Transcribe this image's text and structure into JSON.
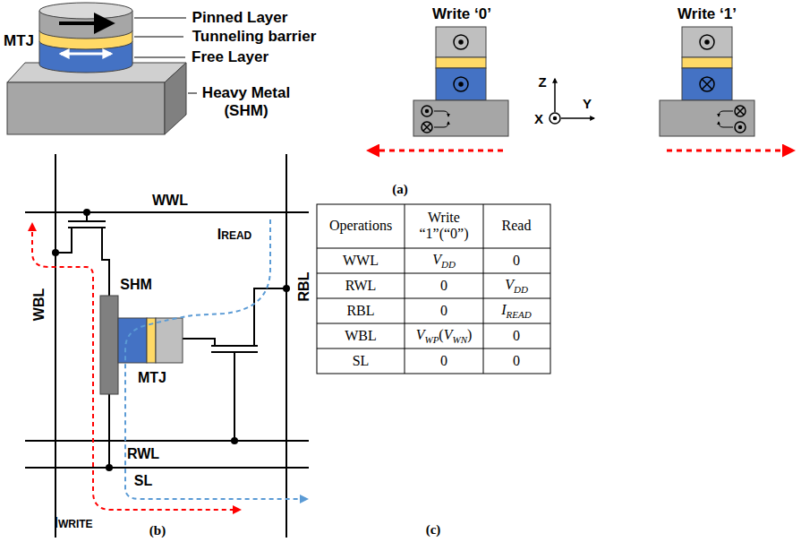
{
  "diagram": {
    "labels": [
      "MTJ",
      "Pinned Layer",
      "Tunneling barrier",
      "Free Layer",
      "Heavy Metal (SHM)",
      "Write ‘0’",
      "Write ‘1’",
      "Z",
      "Y",
      "X",
      "(a)",
      "WWL",
      "IREAD",
      "SHM",
      "WBL",
      "RBL",
      "MTJ",
      "RWL",
      "SL",
      "IWRITE",
      "(b)",
      "Operations",
      "Write “1”(“0”)",
      "Read",
      "WWL",
      "VDD",
      "0",
      "RWL",
      "0",
      "VDD",
      "RBL",
      "0",
      "IREAD",
      "WBL",
      "VWP(VWN)",
      "0",
      "SL",
      "0",
      "0",
      "(c)"
    ]
  }
}
